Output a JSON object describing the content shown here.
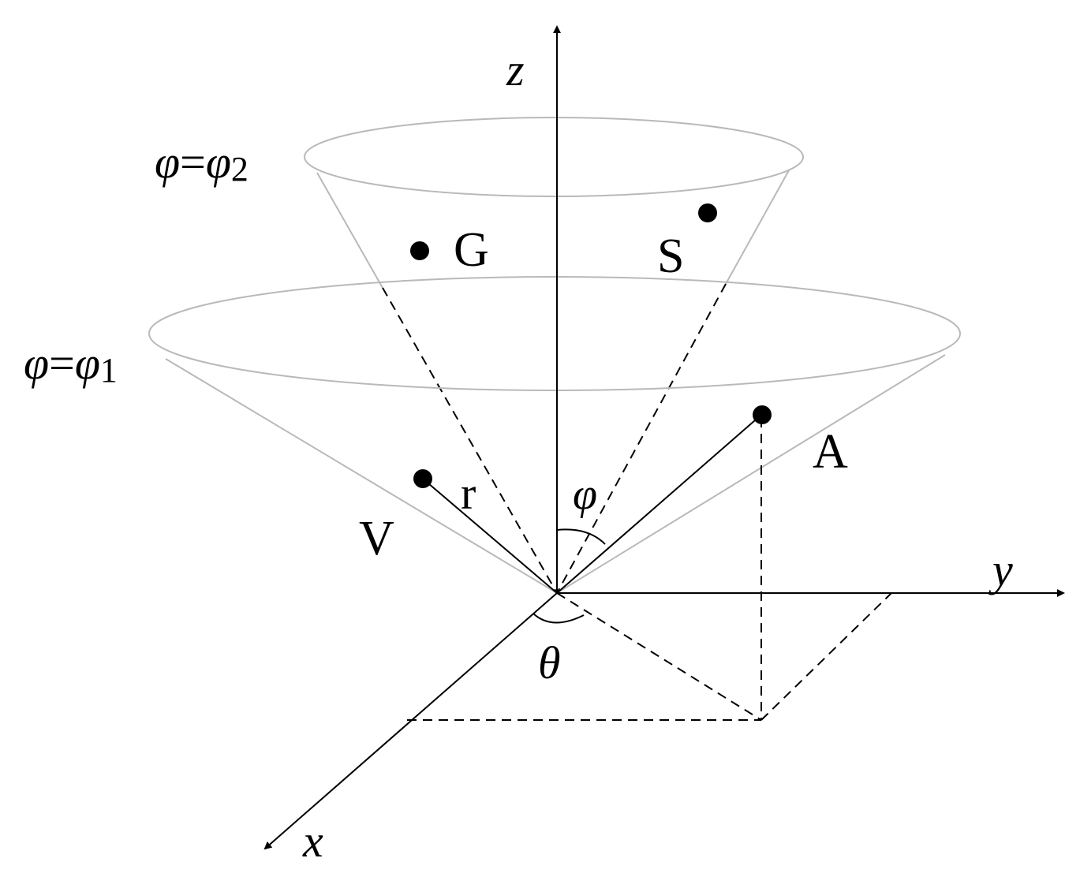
{
  "axes": {
    "x": "x",
    "y": "y",
    "z": "z"
  },
  "cones": {
    "upper": {
      "lhs": "φ",
      "eq": "=",
      "rhs": "φ",
      "sub": "2"
    },
    "lower": {
      "lhs": "φ",
      "eq": "=",
      "rhs": "φ",
      "sub": "1"
    }
  },
  "points": {
    "G": "G",
    "S": "S",
    "V": "V",
    "A": "A"
  },
  "labels": {
    "radius": "r",
    "phi": "φ",
    "theta": "θ"
  }
}
